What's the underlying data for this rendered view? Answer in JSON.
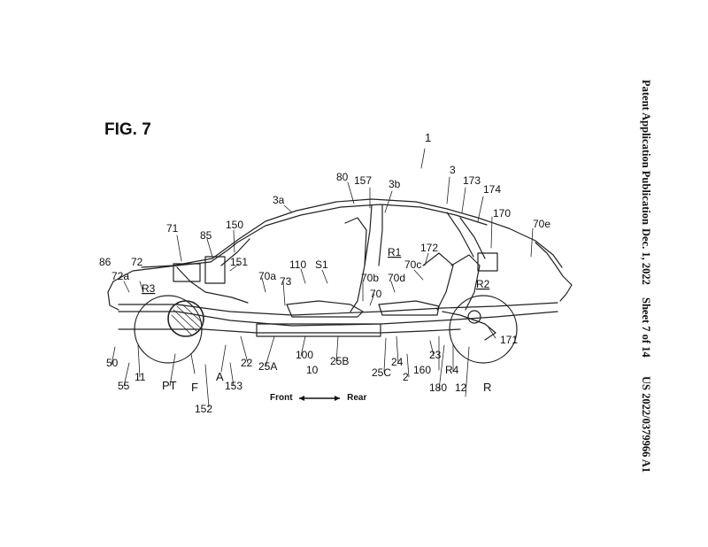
{
  "figure": {
    "label": "FIG. 7"
  },
  "header": {
    "publication": "Patent Application Publication",
    "date": "Dec. 1, 2022",
    "sheet": "Sheet 7 of 14",
    "number": "US 2022/0379966 A1"
  },
  "direction": {
    "front": "Front",
    "rear": "Rear"
  },
  "refs": {
    "r1": "1",
    "r3": "3",
    "r80": "80",
    "r157": "157",
    "r3b": "3b",
    "r173": "173",
    "r174": "174",
    "r3a": "3a",
    "r170": "170",
    "r70e": "70e",
    "r71": "71",
    "r85": "85",
    "r150": "150",
    "rR1": "R1",
    "r172": "172",
    "r86": "86",
    "r72": "72",
    "r151": "151",
    "r110": "110",
    "rS1": "S1",
    "r70c": "70c",
    "r72a": "72a",
    "r70a": "70a",
    "r70b": "70b",
    "r70d": "70d",
    "rR2": "R2",
    "rR3": "R3",
    "r73": "73",
    "r70": "70",
    "r50": "50",
    "r22": "22",
    "r100": "100",
    "r25B": "25B",
    "r25C": "25C",
    "r24": "24",
    "r23": "23",
    "r171": "171",
    "r55": "55",
    "r11": "11",
    "r25A": "25A",
    "r10": "10",
    "r160": "160",
    "rR4": "R4",
    "rPT": "PT",
    "rA": "A",
    "r153": "153",
    "r2": "2",
    "r180": "180",
    "r12": "12",
    "rF": "F",
    "rR": "R",
    "r152": "152"
  }
}
